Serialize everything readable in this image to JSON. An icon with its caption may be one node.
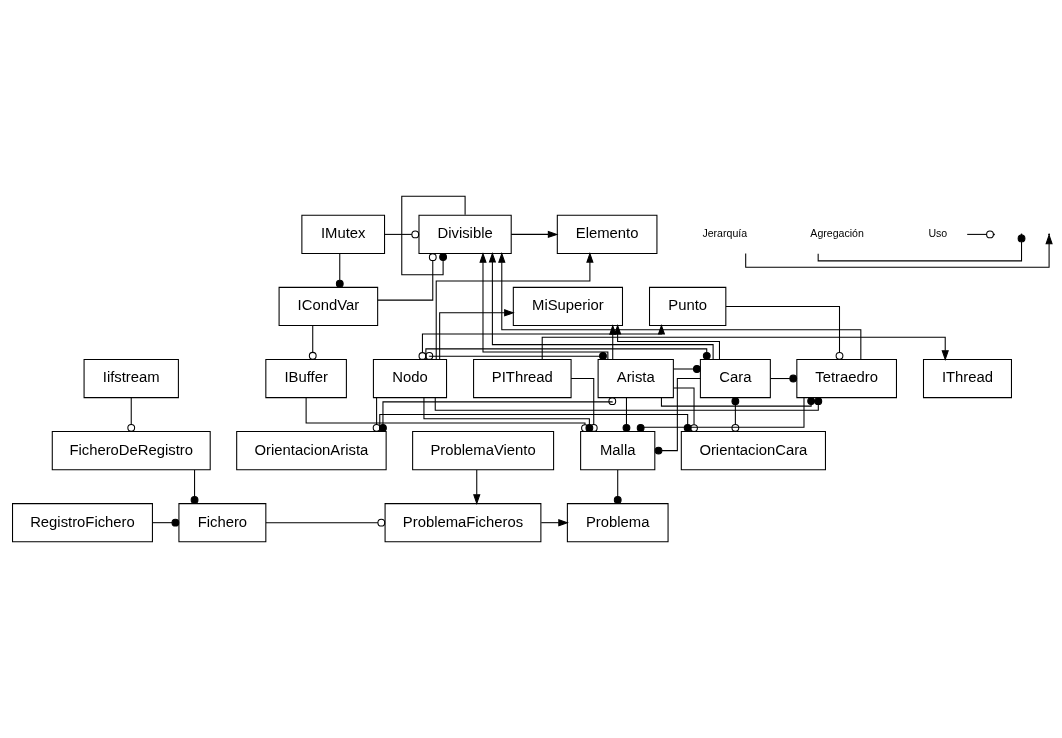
{
  "diagram": {
    "nodes": [
      {
        "text": [
          "Elemento"
        ]
      },
      {
        "text": [
          "Divisible"
        ]
      },
      {
        "text": [
          "IMutex"
        ]
      },
      {
        "text": [
          "Punto"
        ]
      },
      {
        "text": [
          "MiSuperior"
        ]
      },
      {
        "text": [
          "ICondVar"
        ]
      },
      {
        "text": [
          "IBuffer"
        ]
      },
      {
        "text": [
          "Tetraedro"
        ]
      },
      {
        "text": [
          "Nodo"
        ]
      },
      {
        "text": [
          "Arista"
        ]
      },
      {
        "text": [
          "Cara"
        ]
      },
      {
        "text": [
          "PIThread"
        ]
      },
      {
        "text": [
          "IThread"
        ]
      },
      {
        "text": [
          "Iifstream"
        ]
      },
      {
        "text": [
          "OrientacionArista"
        ]
      },
      {
        "text": [
          "OrientacionCara"
        ]
      },
      {
        "text": [
          "FicheroDeRegistro"
        ]
      },
      {
        "text": [
          "Malla"
        ]
      },
      {
        "text": [
          "Problema"
        ]
      },
      {
        "text": [
          "ProblemaFicheros"
        ]
      },
      {
        "text": [
          "Fichero"
        ]
      },
      {
        "text": [
          "RegistroFichero"
        ]
      },
      {
        "text": [
          "ProblemaViento"
        ]
      }
    ],
    "edges": [
      {
        "from": 1,
        "to": 0,
        "arrow": "to"
      },
      {
        "from": 1,
        "to": 1,
        "arrow": "other"
      },
      {
        "from": 7,
        "to": 1,
        "arrow": "to"
      },
      {
        "from": 2,
        "to": 1,
        "arrow": "other"
      },
      {
        "from": 5,
        "to": 1,
        "arrow": "other"
      },
      {
        "from": 2,
        "to": 5,
        "arrow": "other"
      },
      {
        "from": 5,
        "to": 6,
        "arrow": "other"
      },
      {
        "from": 3,
        "to": 7,
        "arrow": "other"
      },
      {
        "from": 8,
        "to": 3,
        "arrow": "to"
      },
      {
        "from": 8,
        "to": 0,
        "arrow": "to"
      },
      {
        "from": 8,
        "to": 4,
        "arrow": "to"
      },
      {
        "from": 9,
        "to": 1,
        "arrow": "to"
      },
      {
        "from": 9,
        "to": 4,
        "arrow": "to"
      },
      {
        "from": 10,
        "to": 4,
        "arrow": "to"
      },
      {
        "from": 10,
        "to": 1,
        "arrow": "to"
      },
      {
        "from": 9,
        "to": 7,
        "arrow": "other"
      },
      {
        "from": 8,
        "to": 7,
        "arrow": "other"
      },
      {
        "from": 10,
        "to": 7,
        "arrow": "other"
      },
      {
        "from": 8,
        "to": 9,
        "arrow": "other"
      },
      {
        "from": 9,
        "to": 10,
        "arrow": "other"
      },
      {
        "from": 8,
        "to": 10,
        "arrow": "other"
      },
      {
        "from": 8,
        "to": 14,
        "arrow": "other"
      },
      {
        "from": 9,
        "to": 14,
        "arrow": "other"
      },
      {
        "from": 9,
        "to": 15,
        "arrow": "other"
      },
      {
        "from": 10,
        "to": 15,
        "arrow": "other"
      },
      {
        "from": 14,
        "to": 15,
        "arrow": "other"
      },
      {
        "from": 11,
        "to": 12,
        "arrow": "to"
      },
      {
        "from": 7,
        "to": 17,
        "arrow": "other"
      },
      {
        "from": 8,
        "to": 17,
        "arrow": "other"
      },
      {
        "from": 9,
        "to": 17,
        "arrow": "other"
      },
      {
        "from": 10,
        "to": 17,
        "arrow": "other"
      },
      {
        "from": 6,
        "to": 17,
        "arrow": "other"
      },
      {
        "from": 11,
        "to": 17,
        "arrow": "other"
      },
      {
        "from": 13,
        "to": 16,
        "arrow": "other"
      },
      {
        "from": 17,
        "to": 18,
        "arrow": "other"
      },
      {
        "from": 19,
        "to": 18,
        "arrow": "to"
      },
      {
        "from": 22,
        "to": 19,
        "arrow": "to"
      },
      {
        "from": 20,
        "to": 19,
        "arrow": "other"
      },
      {
        "from": 16,
        "to": 20,
        "arrow": "other"
      },
      {
        "from": 21,
        "to": 20,
        "arrow": "other"
      }
    ],
    "legend": [
      {
        "text": "Jerarquía"
      },
      {
        "text": "Agregación"
      },
      {
        "text": "Uso"
      }
    ]
  }
}
